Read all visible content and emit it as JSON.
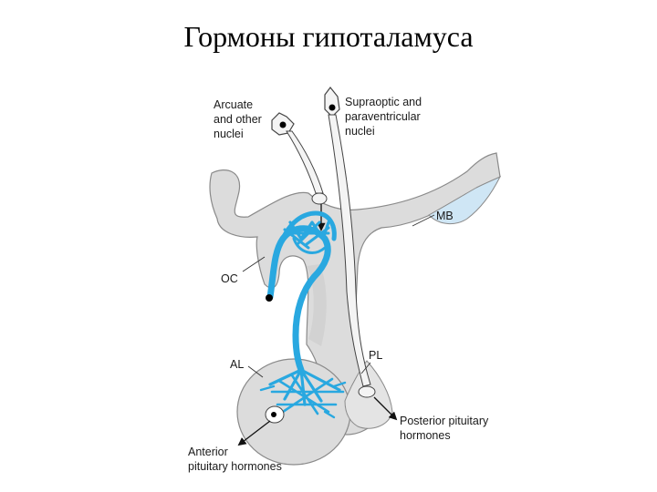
{
  "title": "Гормоны гипоталамуса",
  "labels": {
    "arcuate": [
      "Arcuate",
      "and other",
      "nuclei"
    ],
    "supraoptic": [
      "Supraoptic and",
      "paraventricular",
      "nuclei"
    ],
    "mb": "MB",
    "oc": "OC",
    "al": "AL",
    "pl": "PL",
    "posterior": [
      "Posterior pituitary",
      "hormones"
    ],
    "anterior": [
      "Anterior",
      "pituitary hormones"
    ]
  },
  "colors": {
    "tissue_fill": "#dcdcdc",
    "tissue_stroke": "#8a8a8a",
    "vessel": "#29a8e0",
    "ventricle": "#cfe6f5",
    "text": "#1a1a1a"
  }
}
